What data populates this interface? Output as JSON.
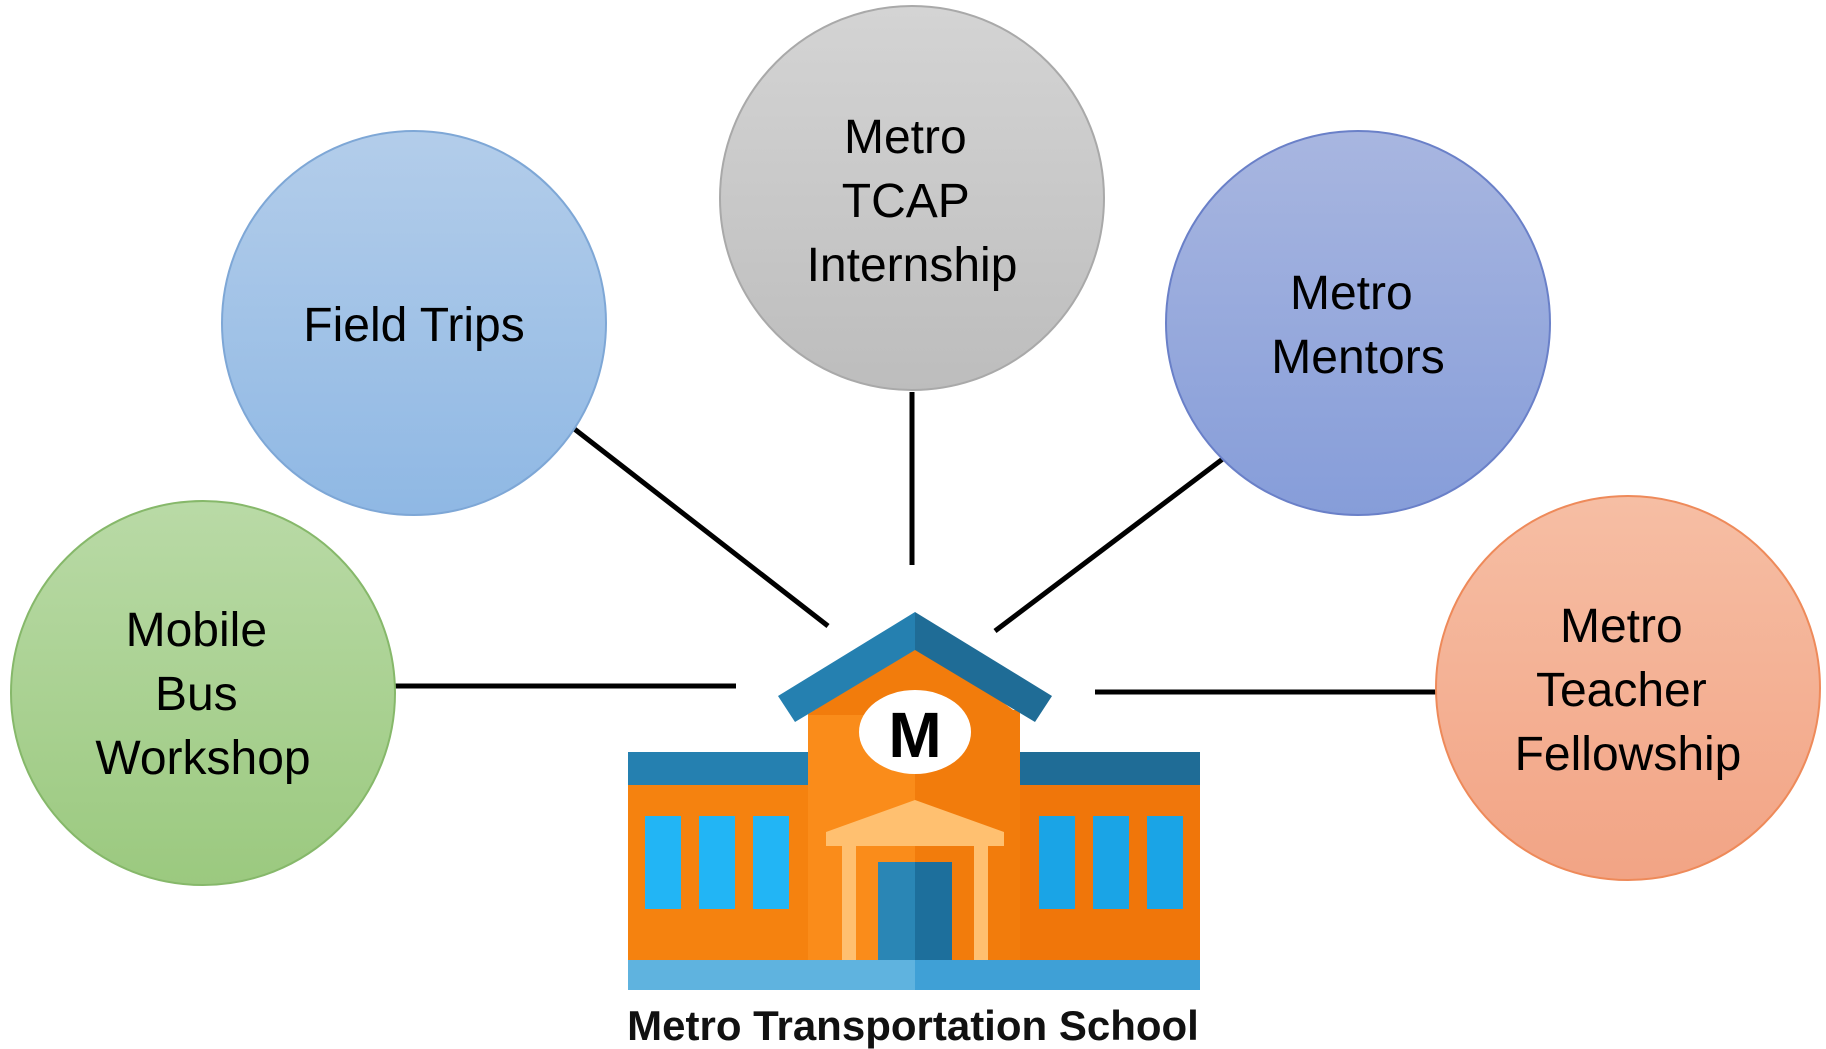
{
  "diagram": {
    "center_caption": "Metro Transportation School",
    "logo_letter": "M",
    "nodes": [
      {
        "id": "mobile-bus-workshop",
        "lines": [
          "Mobile",
          "Bus",
          "Workshop"
        ],
        "color": "#a9d08e"
      },
      {
        "id": "field-trips",
        "lines": [
          "Field Trips"
        ],
        "color": "#9dc3e6"
      },
      {
        "id": "metro-tcap-internship",
        "lines": [
          "Metro",
          "TCAP",
          "Internship"
        ],
        "color": "#c9c9c9"
      },
      {
        "id": "metro-mentors",
        "lines": [
          "Metro",
          "Mentors"
        ],
        "color": "#98a8dc"
      },
      {
        "id": "metro-teacher-fellowship",
        "lines": [
          "Metro",
          "Teacher",
          "Fellowship"
        ],
        "color": "#f4b090"
      }
    ],
    "colors": {
      "building_orange": "#f5820f",
      "roof_blue": "#2580b0",
      "window_blue": "#22b5f5",
      "connector": "#000000"
    }
  }
}
